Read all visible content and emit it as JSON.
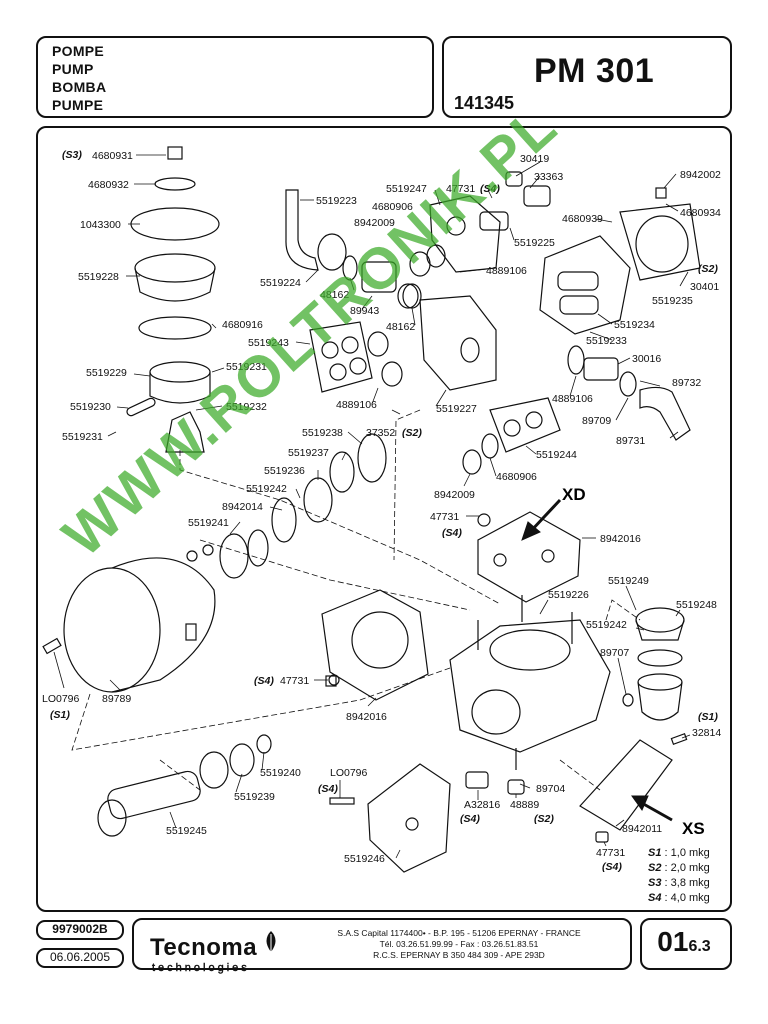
{
  "header": {
    "names": [
      "POMPE",
      "PUMP",
      "BOMBA",
      "PUMPE"
    ],
    "model": "PM 301",
    "code": "141345"
  },
  "labels": {
    "p4680931": "4680931",
    "s3a": "(S3)",
    "p4680932": "4680932",
    "p1043300": "1043300",
    "p5519228": "5519228",
    "p4680916": "4680916",
    "p5519229": "5519229",
    "p5519231a": "5519231",
    "p5519230": "5519230",
    "p5519232": "5519232",
    "p5519231b": "5519231",
    "p5519223": "5519223",
    "p5519224": "5519224",
    "p48162a": "48162",
    "p89943": "89943",
    "p48162b": "48162",
    "p5519247": "5519247",
    "p4680906a": "4680906",
    "p8942009a": "8942009",
    "p47731a": "47731",
    "s4a": "(S4)",
    "p30419": "30419",
    "p33363": "33363",
    "p5519225": "5519225",
    "p4889106a": "4889106",
    "p8942002": "8942002",
    "p4680934": "4680934",
    "p4680939": "4680939",
    "s2a": "(S2)",
    "p30401": "30401",
    "p5519235": "5519235",
    "p5519234": "5519234",
    "p5519233": "5519233",
    "p5519243": "5519243",
    "p4889106b": "4889106",
    "p37352": "37352",
    "s2b": "(S2)",
    "p5519227": "5519227",
    "p4889106c": "4889106",
    "p30016": "30016",
    "p89732": "89732",
    "p89709": "89709",
    "p89731": "89731",
    "p5519238": "5519238",
    "p5519237": "5519237",
    "p5519236": "5519236",
    "p5519242a": "5519242",
    "p8942014": "8942014",
    "p5519241": "5519241",
    "p5519244": "5519244",
    "p4680906b": "4680906",
    "p8942009b": "8942009",
    "p47731b": "47731",
    "s4b": "(S4)",
    "xd": "XD",
    "p8942016a": "8942016",
    "p5519226": "5519226",
    "p5519249": "5519249",
    "p5519248": "5519248",
    "p5519242b": "5519242",
    "p89707": "89707",
    "lo0796a": "LO0796",
    "s1a": "(S1)",
    "p89789": "89789",
    "s4c": "(S4)",
    "p47731c": "47731",
    "p8942016b": "8942016",
    "s1b": "(S1)",
    "p32814": "32814",
    "p5519240": "5519240",
    "p5519239": "5519239",
    "lo0796b": "LO0796",
    "s4d": "(S4)",
    "p89704": "89704",
    "pA32816": "A32816",
    "s4e": "(S4)",
    "p48889": "48889",
    "s2c": "(S2)",
    "p8942011": "8942011",
    "xs": "XS",
    "p5519245": "5519245",
    "p5519246": "5519246",
    "p47731d": "47731",
    "s4f": "(S4)"
  },
  "torque": [
    {
      "key": "S1",
      "value": ": 1,0 mkg"
    },
    {
      "key": "S2",
      "value": ": 2,0 mkg"
    },
    {
      "key": "S3",
      "value": ": 3,8 mkg"
    },
    {
      "key": "S4",
      "value": ": 4,0 mkg"
    }
  ],
  "watermark": "WWW.ROLTRONIK.PL",
  "footer": {
    "doc_number": "9979002B",
    "date": "06.06.2005",
    "brand": "Tecnoma",
    "brand_sub": "technologies",
    "address_lines": [
      "S.A.S Capital 1174400• - B.P. 195 - 51206 EPERNAY - FRANCE",
      "Tél. 03.26.51.99.99 - Fax : 03.26.51.83.51",
      "R.C.S. EPERNAY B 350 484 309 - APE 293D"
    ],
    "sheet_main": "01",
    "sheet_sub": "6.3"
  },
  "colors": {
    "watermark": "#3caa28",
    "line": "#111111"
  }
}
